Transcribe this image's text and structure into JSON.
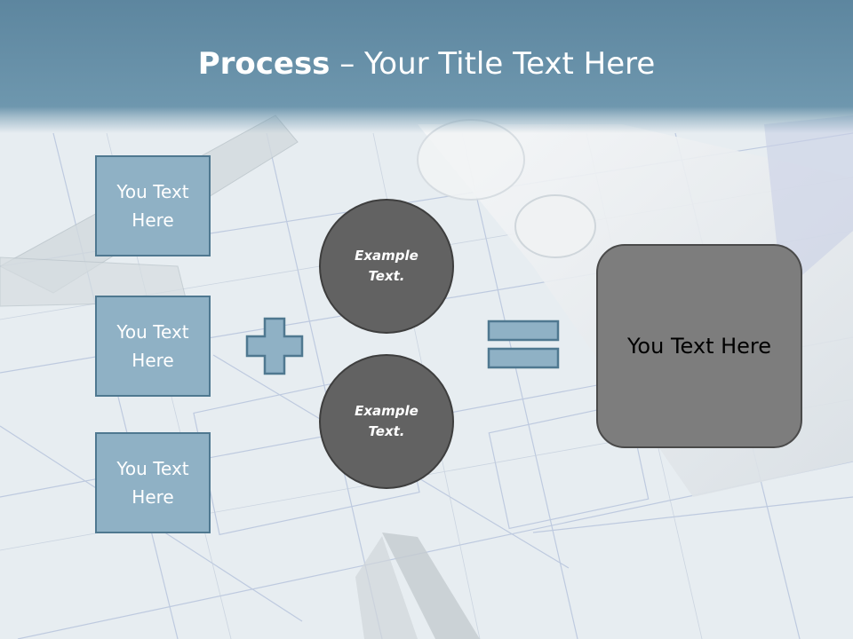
{
  "title": {
    "bold": "Process",
    "rest": " – Your Title Text Here"
  },
  "inputs": [
    {
      "label": "You Text Here"
    },
    {
      "label": "You Text Here"
    },
    {
      "label": "You Text Here"
    }
  ],
  "circles": [
    {
      "label": "Example Text."
    },
    {
      "label": "Example Text."
    }
  ],
  "operators": {
    "plus": "plus-icon",
    "equals": "equals-icon"
  },
  "result": {
    "label": "You Text Here"
  },
  "colors": {
    "title_bar": "#6e97ae",
    "box_fill": "#8fb1c5",
    "box_border": "#4f7890",
    "circle_fill": "#626262",
    "result_fill": "#7d7d7d"
  }
}
